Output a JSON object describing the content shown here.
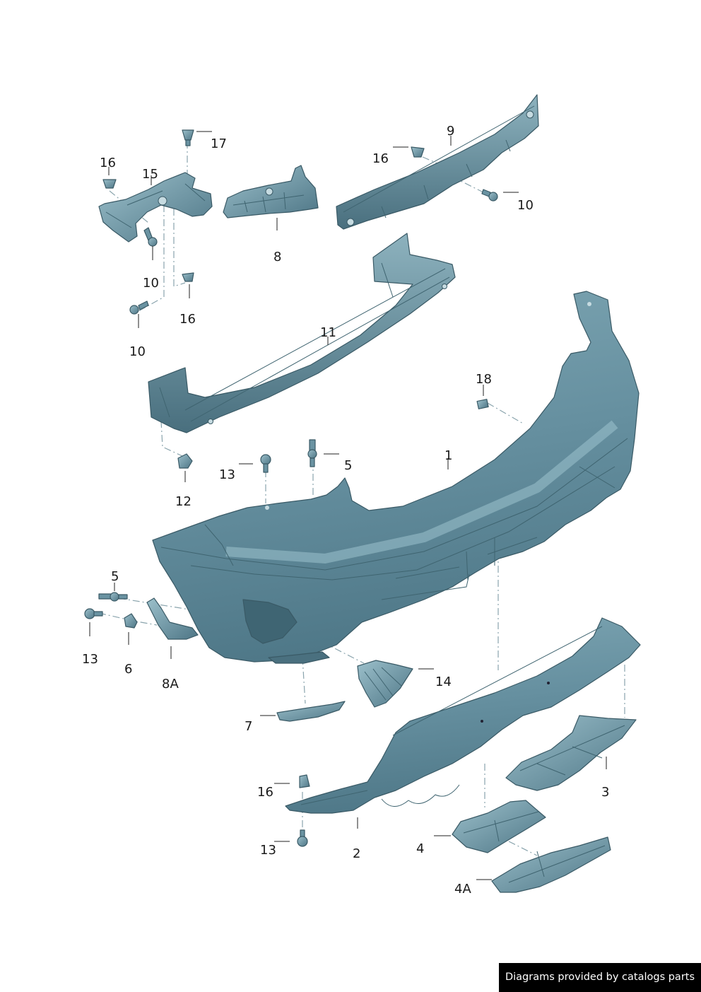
{
  "callouts": {
    "c1": "1",
    "c2": "2",
    "c3": "3",
    "c4": "4",
    "c4a": "4A",
    "c5a": "5",
    "c5b": "5",
    "c6": "6",
    "c7": "7",
    "c8": "8",
    "c8a": "8A",
    "c9": "9",
    "c10a": "10",
    "c10b": "10",
    "c10c": "10",
    "c11": "11",
    "c12": "12",
    "c13a": "13",
    "c13b": "13",
    "c13c": "13",
    "c14": "14",
    "c15": "15",
    "c16a": "16",
    "c16b": "16",
    "c16c": "16",
    "c16d": "16",
    "c17": "17",
    "c18": "18"
  },
  "footer": {
    "credit": "Diagrams provided by catalogs parts"
  },
  "colors": {
    "part_fill": "#5f8897",
    "part_light": "#8fb5c1",
    "part_dark": "#3b5e6b",
    "background": "#ffffff"
  }
}
